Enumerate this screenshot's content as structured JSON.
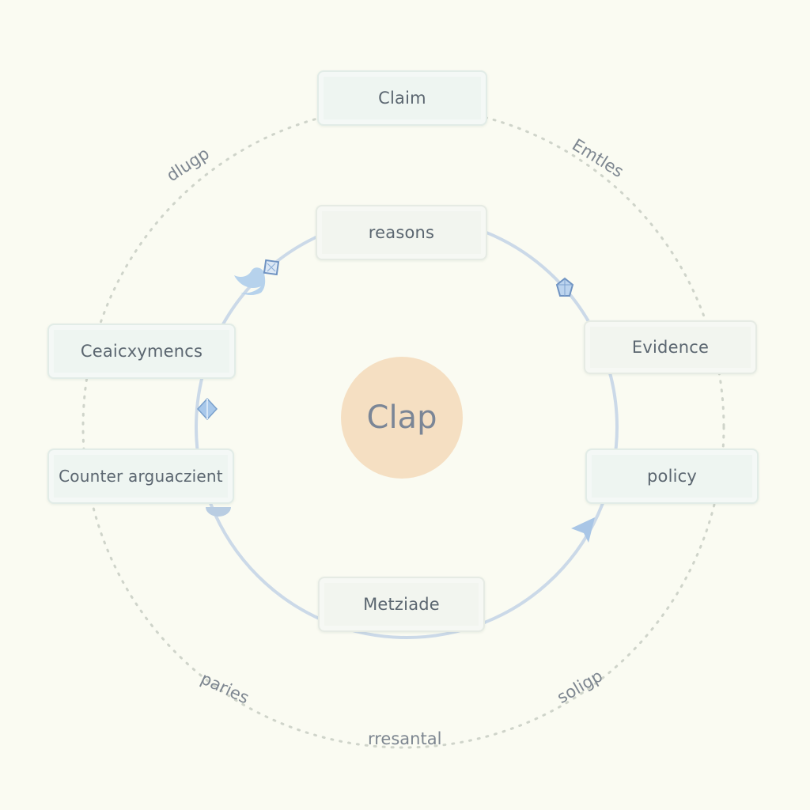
{
  "center": {
    "label": "Clap"
  },
  "nodes": {
    "claim": "Claim",
    "reasons": "reasons",
    "evidence": "Evidence",
    "policy": "policy",
    "ceaicxymencs": "Ceaicxymencs",
    "counter": "Counter arguaczient",
    "metziade": "Metziade"
  },
  "ring_labels": {
    "dlugp": "dlugp",
    "emtles": "Emtles",
    "paries": "paries",
    "rresantal": "rresantal",
    "soligp": "soligp"
  },
  "icons": [
    "bird-icon",
    "cube-icon",
    "diamond-icon",
    "gem-icon",
    "arrowhead-icon",
    "half-circle-marker-icon"
  ],
  "colors": {
    "background": "#fafbf2",
    "node_fill": "#eef5f1",
    "center_fill": "#f5dfc2",
    "inner_ring": "#c7d6e6",
    "outer_ring": "#cdd2c8",
    "accent_blue": "#9ec1e6",
    "text": "#5b6670"
  }
}
